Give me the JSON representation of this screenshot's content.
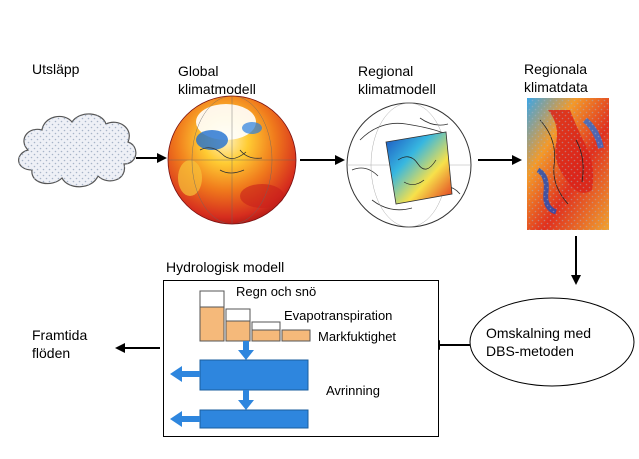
{
  "nodes": {
    "emissions": "Utsläpp",
    "global_model": "Global\nklimatmodell",
    "regional_model": "Regional\nklimatmodell",
    "regional_data": "Regionala\nklimatdata",
    "rescaling": "Omskalning med\nDBS-metoden",
    "future_flows": "Framtida\nflöden"
  },
  "hydro": {
    "title": "Hydrologisk  modell",
    "rain_snow": "Regn och snö",
    "evapotranspiration": "Evapotranspiration",
    "soil_moisture": "Markfuktighet",
    "runoff": "Avrinning"
  },
  "colors": {
    "arrow": "#000000",
    "storage_fill": "#f5b97a",
    "storage_stroke": "#555555",
    "flow_fill": "#2e86de",
    "flow_stroke": "#1a5e9e",
    "cloud_fill": "#eef0f6",
    "cloud_dots": "#a7b4c8"
  },
  "icons": [
    "cloud-icon",
    "global-globe-icon",
    "regional-globe-icon",
    "regional-map-icon"
  ]
}
